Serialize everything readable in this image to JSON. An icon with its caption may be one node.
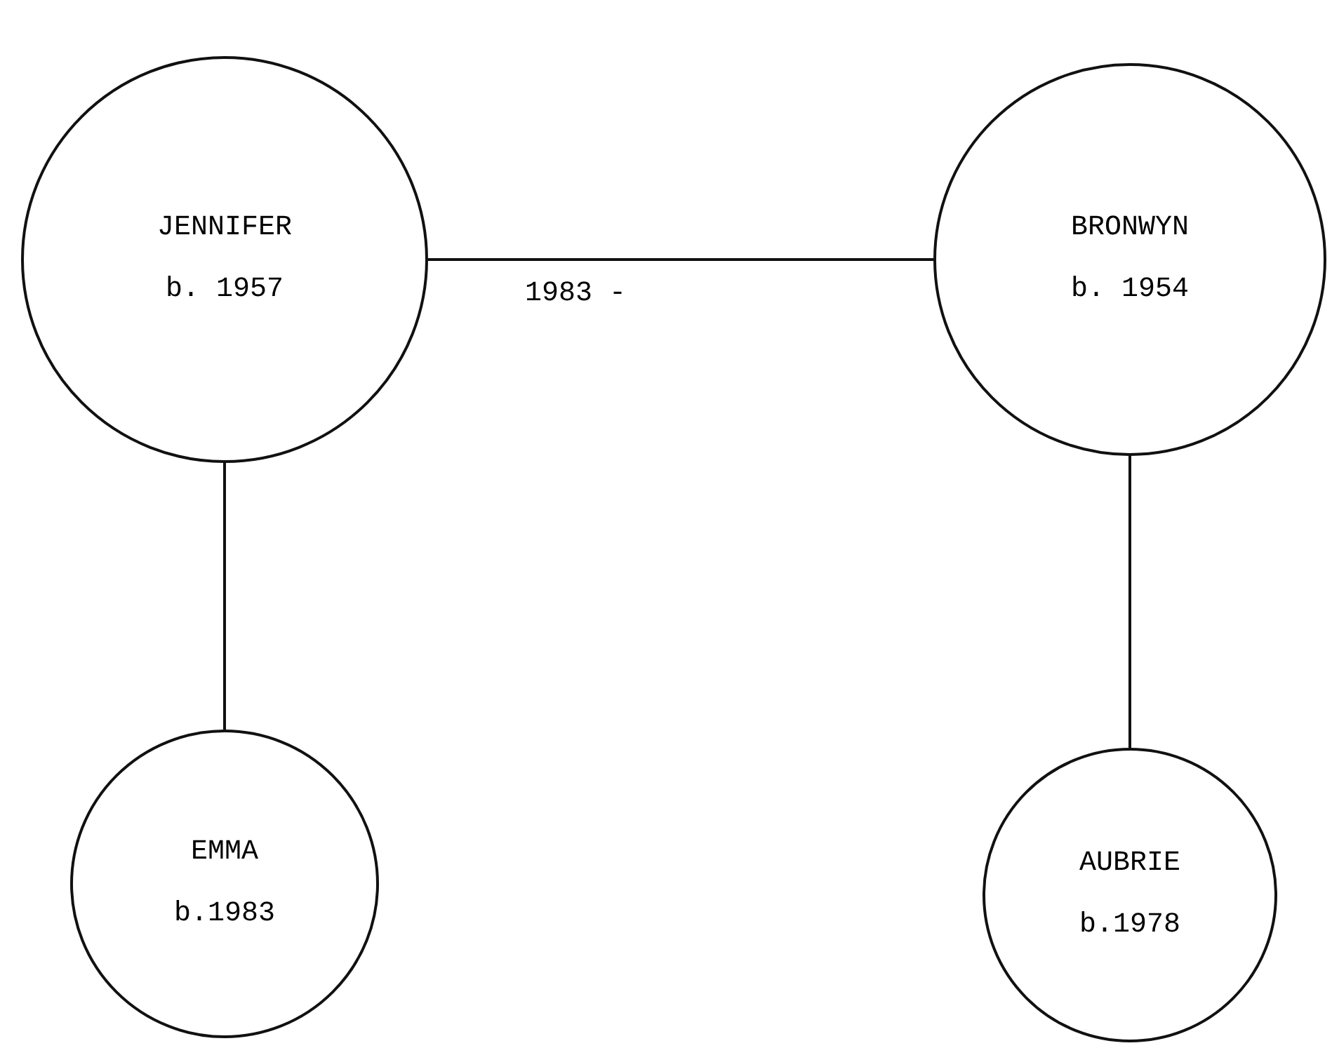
{
  "diagram": {
    "nodes": [
      {
        "text": [
          "JENNIFER",
          "b. 1957"
        ]
      },
      {
        "text": [
          "BRONWYN",
          "b. 1954"
        ]
      },
      {
        "text": [
          "EMMA",
          "b.1983"
        ]
      },
      {
        "text": [
          "AUBRIE",
          "b.1978"
        ]
      }
    ],
    "edges": [
      {
        "from": 0,
        "to": 1,
        "arrow": "none",
        "label": "1983 -"
      },
      {
        "from": 0,
        "to": 2,
        "arrow": "none"
      },
      {
        "from": 1,
        "to": 3,
        "arrow": "none"
      }
    ]
  }
}
